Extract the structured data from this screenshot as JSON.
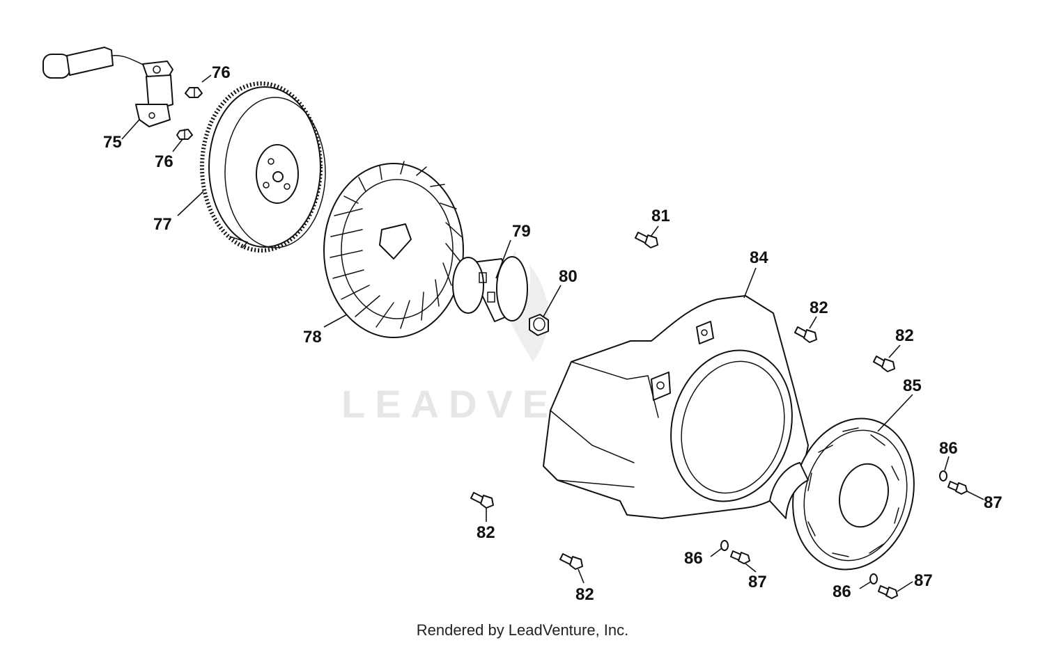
{
  "diagram": {
    "watermark": "LEADVENTURE",
    "footer": "Rendered by LeadVenture, Inc.",
    "callouts": [
      {
        "id": "c75",
        "label": "75"
      },
      {
        "id": "c76a",
        "label": "76"
      },
      {
        "id": "c76b",
        "label": "76"
      },
      {
        "id": "c77",
        "label": "77"
      },
      {
        "id": "c78",
        "label": "78"
      },
      {
        "id": "c79",
        "label": "79"
      },
      {
        "id": "c80",
        "label": "80"
      },
      {
        "id": "c81",
        "label": "81"
      },
      {
        "id": "c84",
        "label": "84"
      },
      {
        "id": "c82a",
        "label": "82"
      },
      {
        "id": "c82b",
        "label": "82"
      },
      {
        "id": "c85",
        "label": "85"
      },
      {
        "id": "c86a",
        "label": "86"
      },
      {
        "id": "c87a",
        "label": "87"
      },
      {
        "id": "c82c",
        "label": "82"
      },
      {
        "id": "c82d",
        "label": "82"
      },
      {
        "id": "c86b",
        "label": "86"
      },
      {
        "id": "c87b",
        "label": "87"
      },
      {
        "id": "c86c",
        "label": "86"
      },
      {
        "id": "c87c",
        "label": "87"
      }
    ]
  }
}
